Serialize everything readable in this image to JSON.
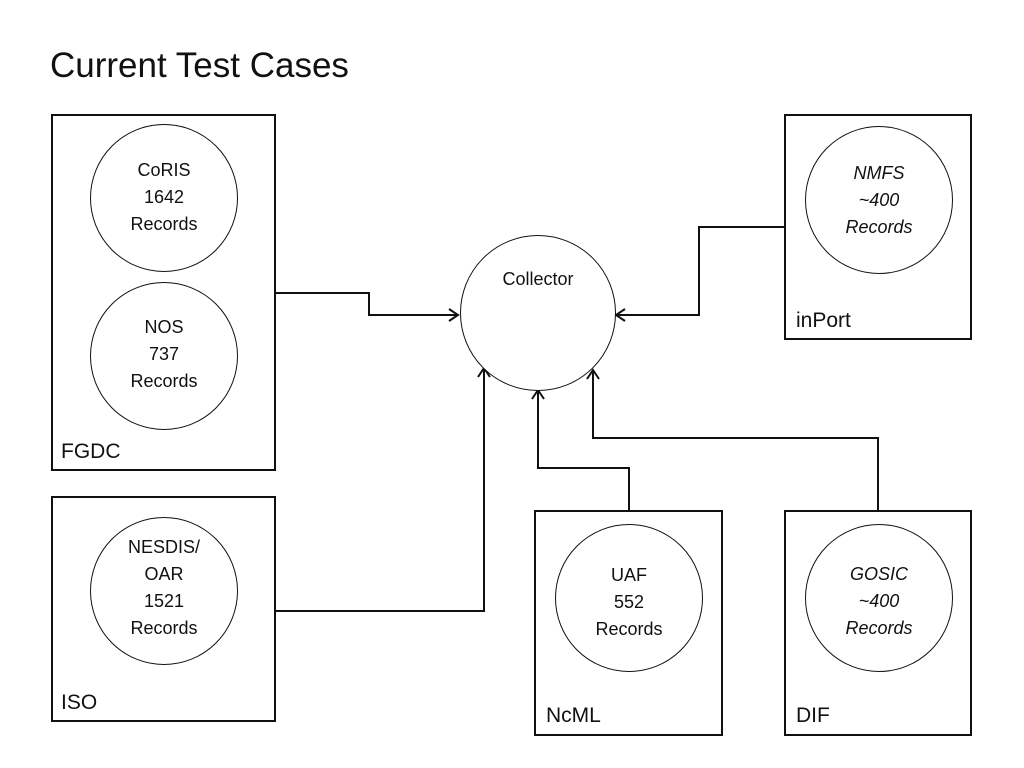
{
  "title": "Current Test Cases",
  "collector": {
    "label": "Collector"
  },
  "groups": {
    "fgdc": {
      "label": "FGDC"
    },
    "iso": {
      "label": "ISO"
    },
    "inport": {
      "label": "inPort"
    },
    "ncml": {
      "label": "NcML"
    },
    "dif": {
      "label": "DIF"
    }
  },
  "sources": {
    "coris": {
      "line1": "CoRIS",
      "line2": "1642",
      "line3": "Records"
    },
    "nos": {
      "line1": "NOS",
      "line2": "737",
      "line3": "Records"
    },
    "nesdis": {
      "line1": "NESDIS/",
      "line2": "OAR",
      "line3": "1521",
      "line4": "Records"
    },
    "nmfs": {
      "line1": "NMFS",
      "line2": "~400",
      "line3": "Records"
    },
    "uaf": {
      "line1": "UAF",
      "line2": "552",
      "line3": "Records"
    },
    "gosic": {
      "line1": "GOSIC",
      "line2": "~400",
      "line3": "Records"
    }
  }
}
